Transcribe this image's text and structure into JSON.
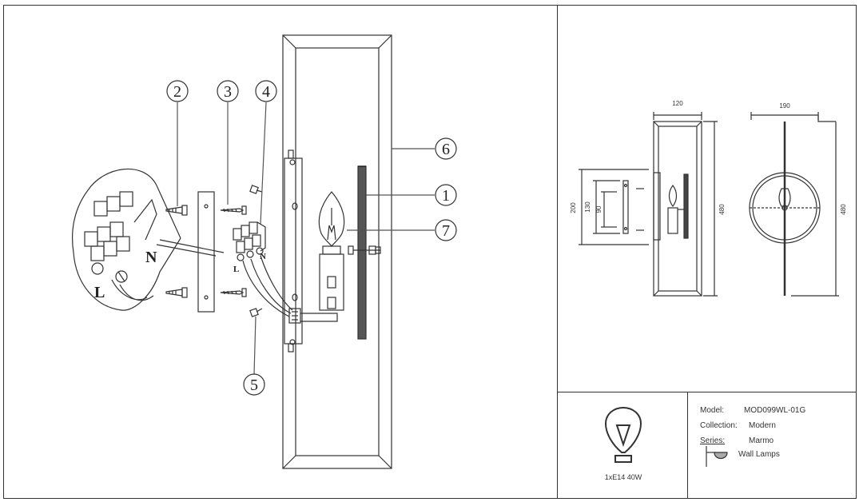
{
  "callouts": {
    "c1": "1",
    "c2": "2",
    "c3": "3",
    "c4": "4",
    "c5": "5",
    "c6": "6",
    "c7": "7"
  },
  "wire_labels": {
    "detail_N": "N",
    "detail_L": "L",
    "block_N": "N",
    "block_L": "L"
  },
  "dimensions": {
    "front_width": "120",
    "front_height": "480",
    "side_width": "190",
    "side_height": "480",
    "bracket_total": "200",
    "bracket_mid": "130",
    "bracket_inner": "90"
  },
  "info_panel": {
    "model_label": "Model:",
    "model_value": "MOD099WL-01G",
    "collection_label": "Collection:",
    "collection_value": "Modern",
    "series_label": "Series:",
    "series_value": "Marmo",
    "category_value": "Wall Lamps"
  },
  "bulb_spec": "1xE14 40W",
  "icons": {
    "bulb": "light-bulb-icon",
    "category": "wall-lamp-icon"
  }
}
